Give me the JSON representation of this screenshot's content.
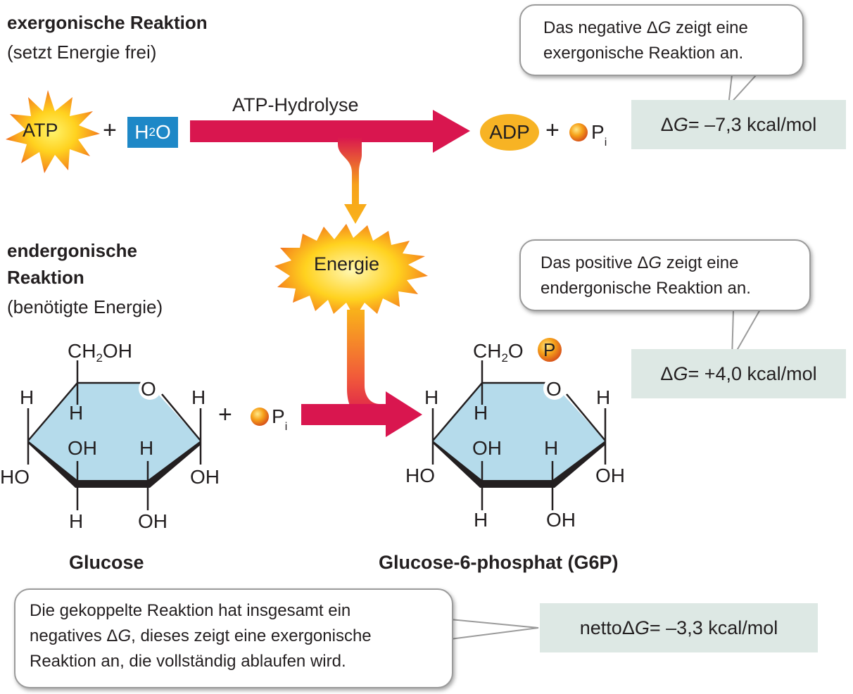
{
  "exergonic": {
    "title": "exergonische Reaktion",
    "subtitle": "(setzt Energie frei)"
  },
  "endergonic": {
    "title_line1": "endergonische",
    "title_line2": "Reaktion",
    "subtitle": "(benötigte Energie)"
  },
  "reaction_top": {
    "atp": "ATP",
    "plus": "+",
    "h2o_main": "H",
    "h2o_sub": "2",
    "h2o_end": "O",
    "arrow_label": "ATP-Hydrolyse",
    "adp": "ADP",
    "pi_main": "P",
    "pi_sub": "i"
  },
  "energy_label": "Energie",
  "bubble_top": {
    "line1_pre": "Das negative ",
    "delta": "Δ",
    "g": "G",
    "line1_post": " zeigt eine",
    "line2": "exergonische Reaktion an."
  },
  "bubble_mid": {
    "line1_pre": "Das positive ",
    "delta": "Δ",
    "g": "G",
    "line1_post": " zeigt eine",
    "line2": "endergonische Reaktion an."
  },
  "bubble_bottom": {
    "line1": "Die gekoppelte Reaktion hat insgesamt ein",
    "line2_pre": "negatives ",
    "delta": "Δ",
    "g": "G",
    "line2_post": ", dieses zeigt eine exergonische",
    "line3": "Reaktion an, die vollständig ablaufen wird."
  },
  "dg_top": {
    "delta": "Δ",
    "g": "G",
    "value": " = –7,3 kcal/mol"
  },
  "dg_mid": {
    "delta": "Δ",
    "g": "G",
    "value": " = +4,0 kcal/mol"
  },
  "dg_net": {
    "prefix": "netto ",
    "delta": "Δ",
    "g": "G",
    "value": " = –3,3 kcal/mol"
  },
  "glucose": {
    "ch2_main": "CH",
    "ch2_sub": "2",
    "ch2_end": "OH",
    "o": "O",
    "h": "H",
    "oh": "OH",
    "ho": "HO",
    "name": "Glucose"
  },
  "g6p": {
    "ch2_main": "CH",
    "ch2_sub": "2",
    "ch2_end": "O",
    "p": "P",
    "o": "O",
    "h": "H",
    "oh": "OH",
    "ho": "HO",
    "name": "Glucose-6-phosphat (G6P)"
  },
  "colors": {
    "arrow": "#d9164f",
    "ring_fill": "#b5dbeb",
    "blue_box": "#1e88c7",
    "adp": "#f7b324",
    "gbox": "#dde8e4",
    "energy_arrow": "#f9b21a"
  }
}
